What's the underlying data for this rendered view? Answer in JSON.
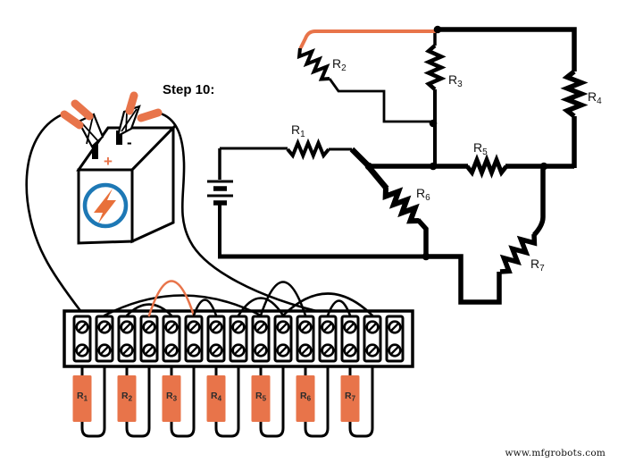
{
  "page": {
    "step_label": "Step 10:",
    "watermark": "www.mfgrobots.com",
    "background": "#ffffff"
  },
  "colors": {
    "line": "#000000",
    "accent_orange": "#e8744a",
    "bolt_orange": "#e8703a",
    "emblem_blue": "#1d78b5",
    "resistor_label": "#2b2b2b"
  },
  "schematic": {
    "resistor_labels": [
      {
        "base": "R",
        "sub": "1"
      },
      {
        "base": "R",
        "sub": "2"
      },
      {
        "base": "R",
        "sub": "3"
      },
      {
        "base": "R",
        "sub": "4"
      },
      {
        "base": "R",
        "sub": "5"
      },
      {
        "base": "R",
        "sub": "6"
      },
      {
        "base": "R",
        "sub": "7"
      }
    ]
  },
  "battery_unit": {
    "plus_sign": "+",
    "minus_sign": "-"
  },
  "terminal_strip": {
    "terminal_count": 15,
    "screws_per_terminal": 2
  },
  "strip_resistors": [
    {
      "base": "R",
      "sub": "1"
    },
    {
      "base": "R",
      "sub": "2"
    },
    {
      "base": "R",
      "sub": "3"
    },
    {
      "base": "R",
      "sub": "4"
    },
    {
      "base": "R",
      "sub": "5"
    },
    {
      "base": "R",
      "sub": "6"
    },
    {
      "base": "R",
      "sub": "7"
    }
  ],
  "jumper_wires": {
    "terminal_jumpers": [
      {
        "from": 2,
        "to": 9,
        "arc": 22,
        "color": "black"
      },
      {
        "from": 3,
        "to": 5,
        "arc": 12,
        "color": "black"
      },
      {
        "from": 4,
        "to": 6,
        "arc": 38,
        "color": "orange"
      },
      {
        "from": 6,
        "to": 7,
        "arc": 17,
        "color": "black"
      },
      {
        "from": 8,
        "to": 10,
        "arc": 19,
        "color": "black"
      },
      {
        "from": 9,
        "to": 11,
        "arc": 37,
        "color": "black"
      },
      {
        "from": 10,
        "to": 14,
        "arc": 24,
        "color": "black"
      },
      {
        "from": 12,
        "to": 13,
        "arc": 16,
        "color": "black"
      }
    ],
    "battery_wires": [
      {
        "from": "battery-positive",
        "to_terminal": 1
      },
      {
        "from": "battery-negative",
        "to_terminal": 12
      }
    ]
  }
}
